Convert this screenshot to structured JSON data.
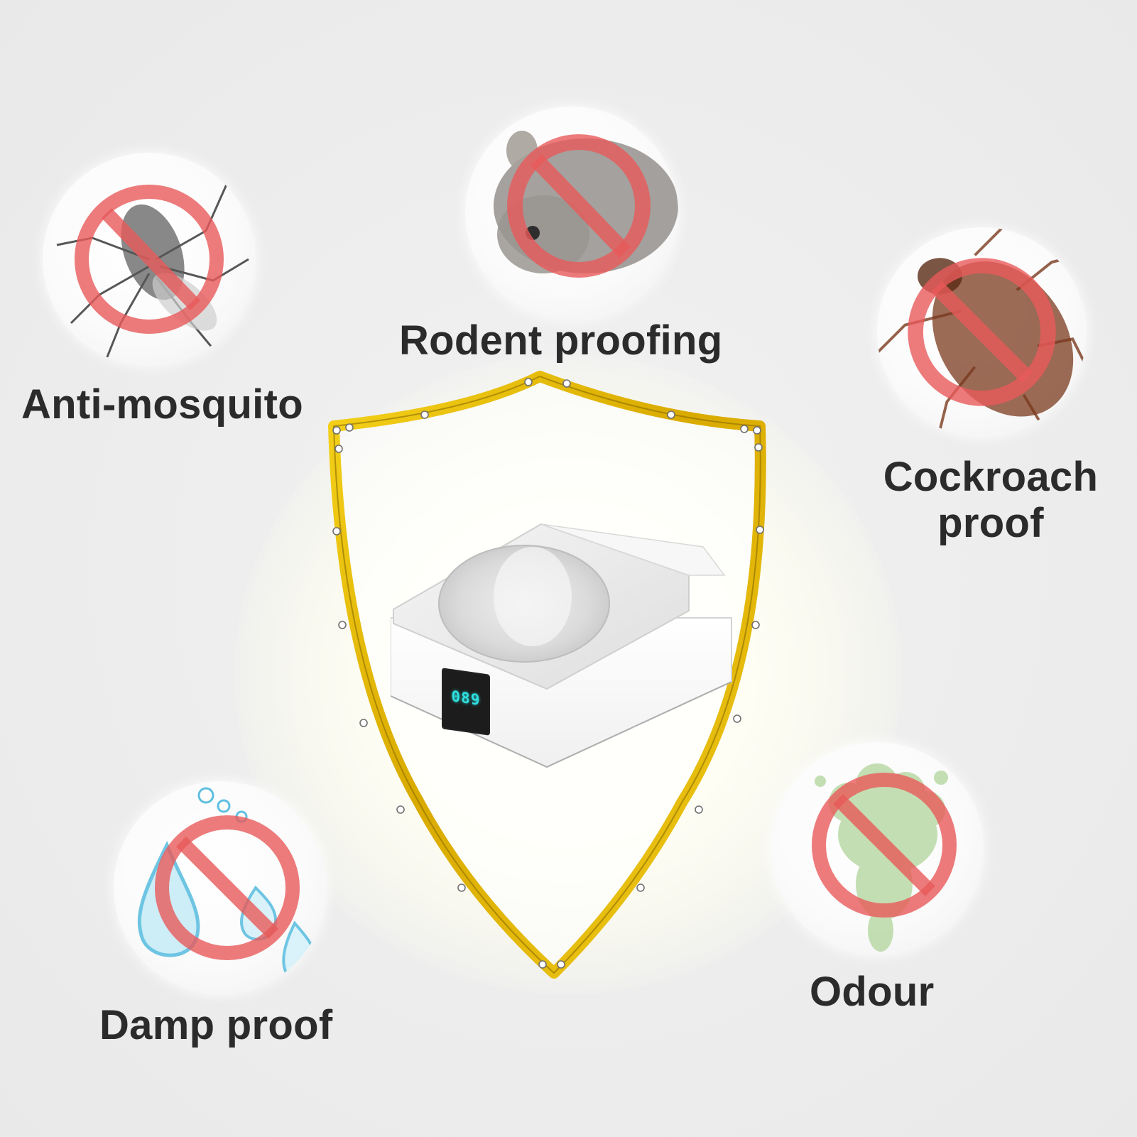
{
  "labels": {
    "rodent": "Rodent proofing",
    "mosquito": "Anti-mosquito",
    "cockroach_line1": "Cockroach",
    "cockroach_line2": "proof",
    "damp": "Damp proof",
    "odour": "Odour"
  },
  "display": {
    "reading": "089"
  },
  "colors": {
    "shield_gold": "#e0b000",
    "prohibition_red": "#e85a5a",
    "label_text": "#2b2b2b",
    "display_cyan": "#2fe0e0"
  },
  "icons": {
    "mosquito": "mosquito-icon",
    "rodent": "rodent-icon",
    "cockroach": "cockroach-icon",
    "damp": "water-drop-icon",
    "odour": "odour-cloud-icon",
    "prohibition": "prohibition-sign-icon",
    "shield": "shield-icon"
  }
}
